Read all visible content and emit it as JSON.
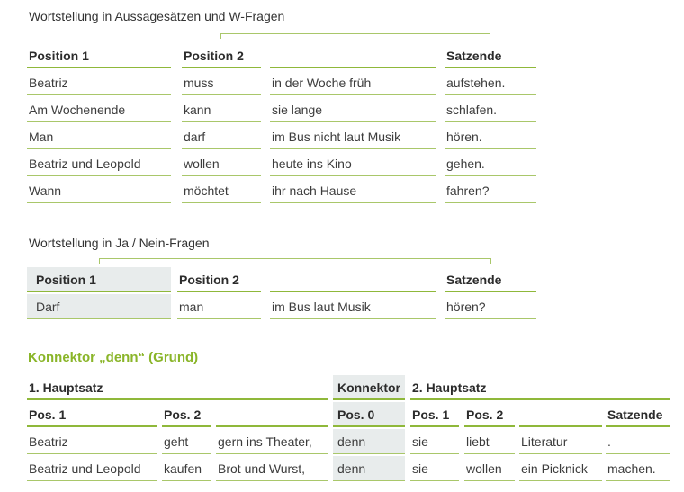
{
  "table1": {
    "title": "Wortstellung in Aussagesätzen und W-Fragen",
    "headers": [
      "Position 1",
      "Position 2",
      "",
      "Satzende"
    ],
    "rows": [
      [
        "Beatriz",
        "muss",
        "in der Woche früh",
        "aufstehen."
      ],
      [
        "Am Wochenende",
        "kann",
        "sie lange",
        "schlafen."
      ],
      [
        "Man",
        "darf",
        "im Bus nicht laut Musik",
        "hören."
      ],
      [
        "Beatriz und Leopold",
        "wollen",
        "heute ins Kino",
        "gehen."
      ],
      [
        "Wann",
        "möchtet",
        "ihr nach Hause",
        "fahren?"
      ]
    ]
  },
  "table2": {
    "title": "Wortstellung in Ja / Nein-Fragen",
    "headers": [
      "Position 1",
      "Position 2",
      "",
      "Satzende"
    ],
    "rows": [
      [
        "Darf",
        "man",
        "im Bus laut Musik",
        "hören?"
      ]
    ]
  },
  "table3": {
    "title": "Konnektor „denn“ (Grund)",
    "groups": [
      "1. Hauptsatz",
      "Konnektor",
      "2. Hauptsatz"
    ],
    "headers": [
      "Pos. 1",
      "Pos. 2",
      "",
      "Pos. 0",
      "Pos. 1",
      "Pos. 2",
      "",
      "Satzende"
    ],
    "rows": [
      [
        "Beatriz",
        "geht",
        "gern ins Theater,",
        "denn",
        "sie",
        "liebt",
        "Literatur",
        "."
      ],
      [
        "Beatriz und Leopold",
        "kaufen",
        "Brot und Wurst,",
        "denn",
        "sie",
        "wollen",
        "ein Picknick",
        "machen."
      ]
    ]
  },
  "colors": {
    "accent": "#8ab529",
    "line": "#a9c76a",
    "shade": "#e8ecec"
  }
}
